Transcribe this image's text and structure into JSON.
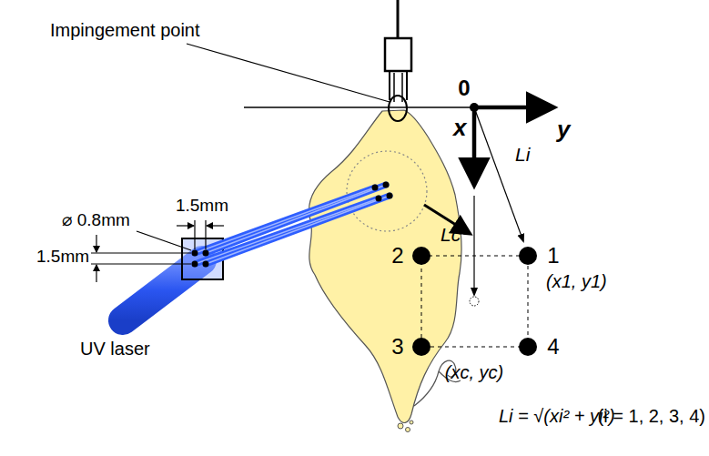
{
  "diagram": {
    "labels": [
      "Impingement point",
      "1.5mm",
      "⌀ 0.8mm",
      "1.5mm",
      "UV laser",
      "0",
      "y",
      "x",
      "Lc",
      "Li",
      "2",
      "1",
      "(x1, y1)",
      "3",
      "4",
      "(xc, yc)",
      "Li = √(xi² + yi²)",
      "(i = 1, 2, 3, 4)"
    ]
  }
}
